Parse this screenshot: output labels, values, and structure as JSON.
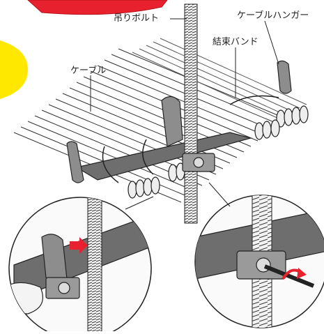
{
  "labels": {
    "suspension_bolt": "吊りボルト",
    "cable_hanger": "ケーブルハンガー",
    "binding_band": "結束バンド",
    "cable": "ケーブル"
  },
  "badge_text": "",
  "colors": {
    "red_banner": "#e8212e",
    "yellow_badge": "#ffe800",
    "arrow_red": "#e8212e",
    "hanger_gray": "#8d8d8d",
    "hanger_dark": "#5a5a5a",
    "cable_light": "#e6e6e6",
    "outline": "#222222"
  }
}
